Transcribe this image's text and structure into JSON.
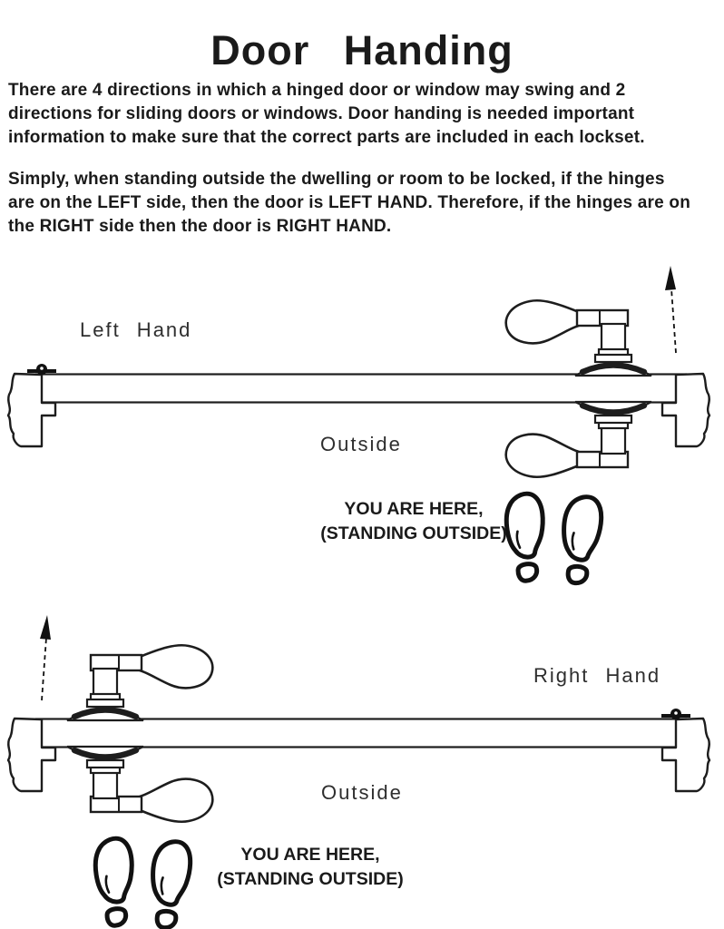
{
  "header": {
    "title": "Door Handing"
  },
  "intro": {
    "p1": [
      "There are 4 directions in which a hinged door or window may swing and 2",
      "directions for sliding doors or windows. Door handing is needed important",
      "information to make sure that the correct parts are included in each lockset."
    ],
    "p2": [
      "Simply, when standing outside the dwelling or room to be locked, if the hinges",
      "are on the LEFT side, then the door is LEFT HAND. Therefore, if the hinges are on",
      "the RIGHT side then the door is RIGHT HAND."
    ]
  },
  "left_hand_diagram": {
    "label": "Left Hand",
    "outside": "Outside",
    "you_are_here": [
      "YOU ARE HERE,",
      "(STANDING OUTSIDE)"
    ]
  },
  "right_hand_diagram": {
    "label": "Right Hand",
    "outside": "Outside",
    "you_are_here": [
      "YOU ARE HERE,",
      "(STANDING OUTSIDE)"
    ]
  },
  "colors": {
    "ink": "#1a1a1a",
    "background": "#ffffff"
  }
}
